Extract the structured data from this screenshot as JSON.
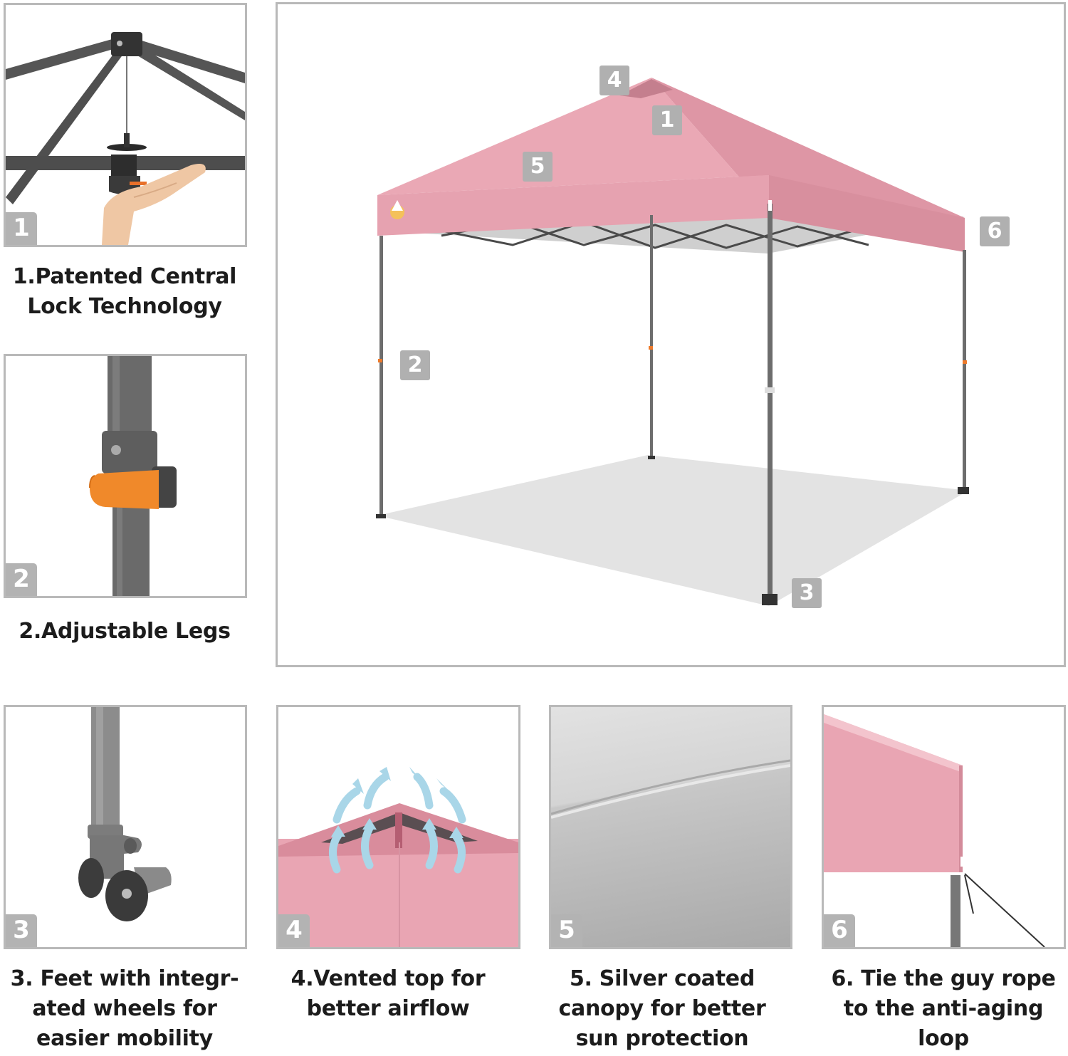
{
  "main": {
    "callouts": [
      "4",
      "1",
      "5",
      "6",
      "2",
      "3"
    ],
    "colors": {
      "canopy_pink": "#e9a3b0",
      "canopy_pink_dark": "#d9909f",
      "frame_gray": "#6a6a6a",
      "badge_gray": "#b3b3b3",
      "floor_shadow": "#e2e2e2",
      "panel_border": "#b9b9b9",
      "lever_orange": "#f08a2a",
      "airflow_blue": "#a9d6e8"
    }
  },
  "features": [
    {
      "number": "1",
      "caption_lines": [
        "1.Patented Central",
        "Lock Technology"
      ]
    },
    {
      "number": "2",
      "caption_lines": [
        "2.Adjustable Legs"
      ]
    },
    {
      "number": "3",
      "caption_lines": [
        "3. Feet with integr-",
        "ated wheels for",
        "easier mobility"
      ]
    },
    {
      "number": "4",
      "caption_lines": [
        "4.Vented top for",
        "better airflow"
      ]
    },
    {
      "number": "5",
      "caption_lines": [
        "5. Silver coated",
        "canopy for better",
        "sun protection"
      ]
    },
    {
      "number": "6",
      "caption_lines": [
        "6. Tie the guy rope",
        "to the anti-aging",
        "loop"
      ]
    }
  ]
}
